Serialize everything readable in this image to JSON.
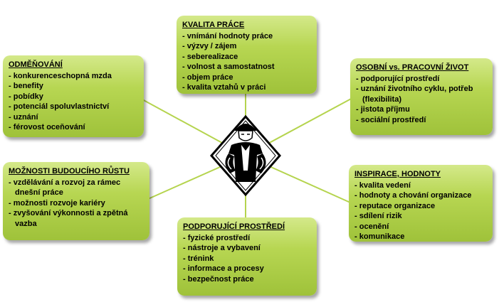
{
  "boxes": {
    "kvalita": {
      "title": "KVALITA PRÁCE",
      "items": [
        "vnímání hodnoty práce",
        "výzvy / zájem",
        "seberealizace",
        "volnost a samostatnost",
        "objem práce",
        "kvalita vztahů v práci"
      ]
    },
    "odmeny": {
      "title": "ODMĚŇOVÁNÍ",
      "items": [
        "konkurenceschopná mzda",
        "benefity",
        "pobídky",
        "potenciál spoluvlastnictví",
        "uznání",
        "férovost oceňování"
      ]
    },
    "osobni": {
      "title": "OSOBNÍ vs. PRACOVNÍ ŽIVOT",
      "items": [
        "podporující prostředí",
        "uznání životního cyklu, potřeb (flexibilita)",
        "jistota příjmu",
        "sociální prostředí"
      ]
    },
    "moznosti": {
      "title": "MOŽNOSTI BUDOUCÍHO RŮSTU",
      "items": [
        "vzdělávání a rozvoj za rámec dnešní práce",
        "možnosti rozvoje kariéry",
        "zvyšování výkonnosti a zpětná vazba"
      ]
    },
    "inspirace": {
      "title": "INSPIRACE, HODNOTY",
      "items": [
        "kvalita vedení",
        "hodnoty a chování organizace",
        "reputace organizace",
        "sdílení rizik",
        "ocenění",
        "komunikace"
      ]
    },
    "podpora": {
      "title": "PODPORUJÍCÍ PROSTŘEDÍ",
      "items": [
        "fyzické prostředí",
        "nástroje a vybavení",
        "trénink",
        "informace a procesy",
        "bezpečnost práce"
      ]
    }
  },
  "colors": {
    "box_light": "#d4e98a",
    "box_dark": "#9fc23a",
    "connector": "#b5d44e",
    "figure": "#000000"
  },
  "icons": [
    "worker-icon"
  ]
}
